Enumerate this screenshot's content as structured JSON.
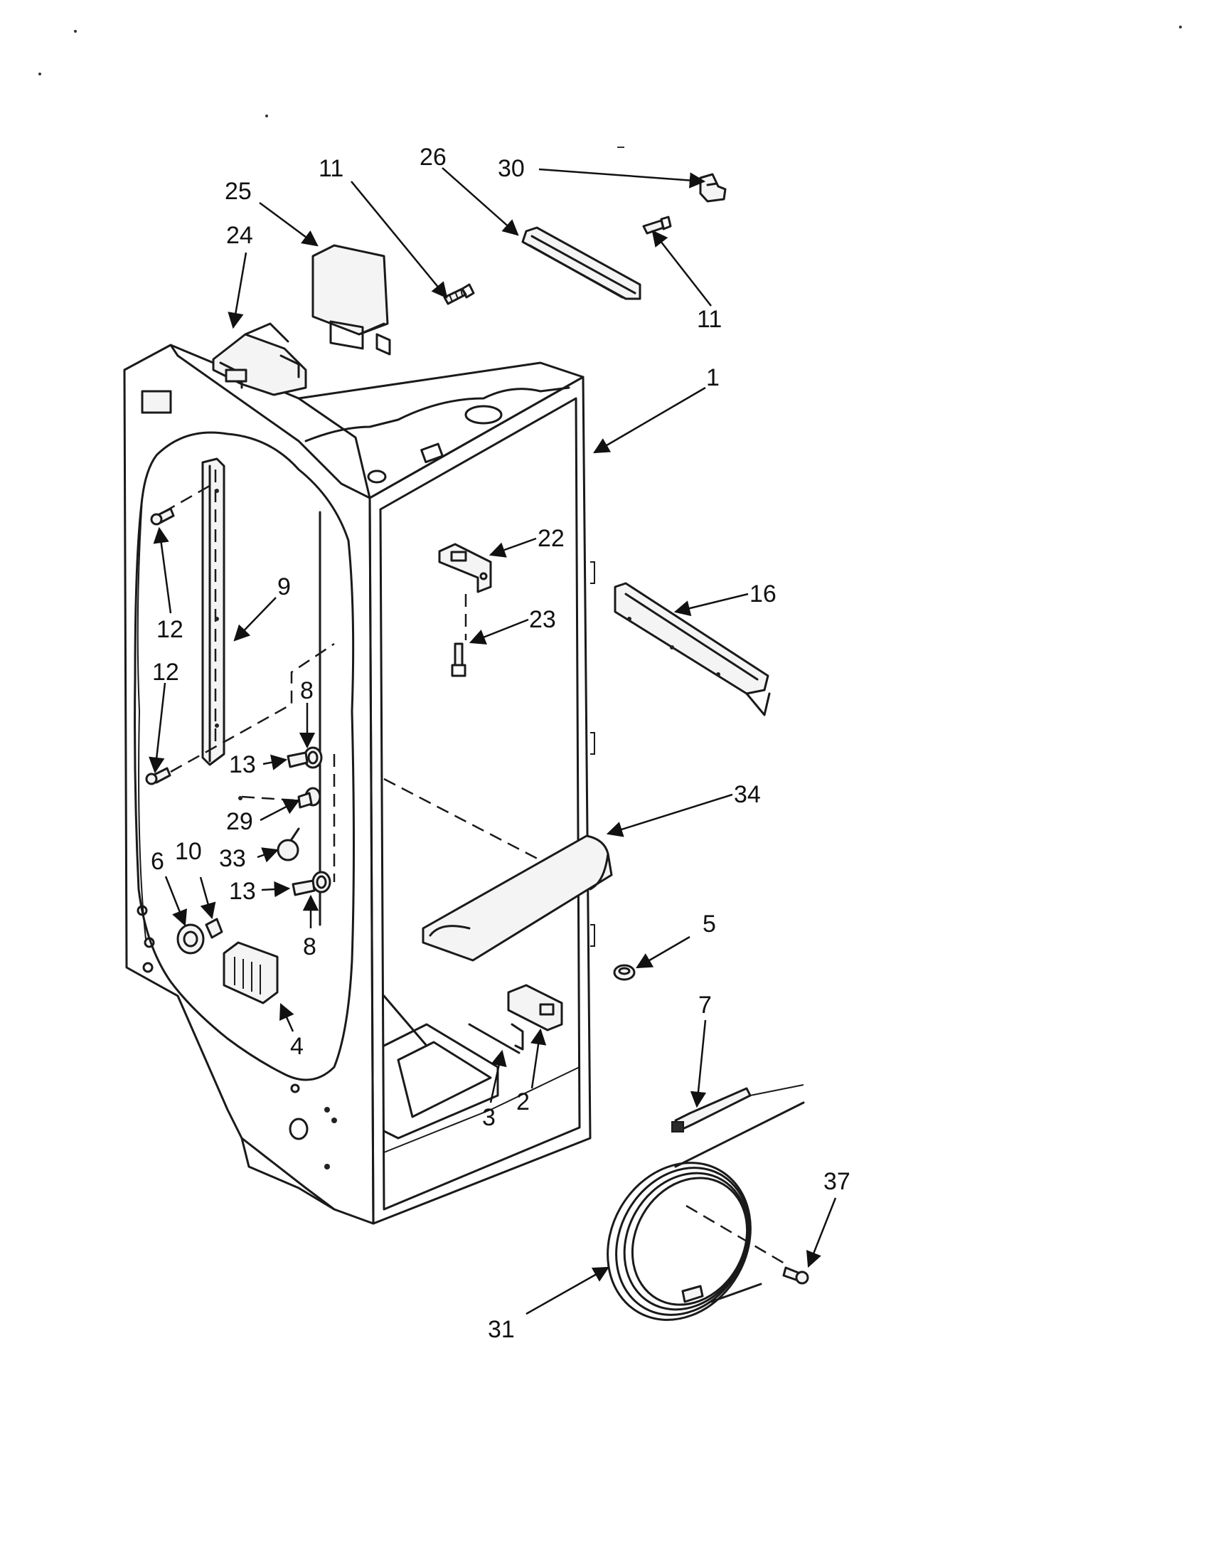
{
  "diagram": {
    "labels": [
      {
        "id": "l30",
        "text": "30"
      },
      {
        "id": "l26",
        "text": "26"
      },
      {
        "id": "l11a",
        "text": "11"
      },
      {
        "id": "l25",
        "text": "25"
      },
      {
        "id": "l24",
        "text": "24"
      },
      {
        "id": "l11b",
        "text": "11"
      },
      {
        "id": "l1",
        "text": "1"
      },
      {
        "id": "l22",
        "text": "22"
      },
      {
        "id": "l16",
        "text": "16"
      },
      {
        "id": "l23",
        "text": "23"
      },
      {
        "id": "l9",
        "text": "9"
      },
      {
        "id": "l12a",
        "text": "12"
      },
      {
        "id": "l12b",
        "text": "12"
      },
      {
        "id": "l8a",
        "text": "8"
      },
      {
        "id": "l13a",
        "text": "13"
      },
      {
        "id": "l29",
        "text": "29"
      },
      {
        "id": "l33",
        "text": "33"
      },
      {
        "id": "l34",
        "text": "34"
      },
      {
        "id": "l6",
        "text": "6"
      },
      {
        "id": "l10",
        "text": "10"
      },
      {
        "id": "l13b",
        "text": "13"
      },
      {
        "id": "l8b",
        "text": "8"
      },
      {
        "id": "l5",
        "text": "5"
      },
      {
        "id": "l4",
        "text": "4"
      },
      {
        "id": "l7",
        "text": "7"
      },
      {
        "id": "l3",
        "text": "3"
      },
      {
        "id": "l2",
        "text": "2"
      },
      {
        "id": "l37",
        "text": "37"
      },
      {
        "id": "l31",
        "text": "31"
      }
    ]
  }
}
